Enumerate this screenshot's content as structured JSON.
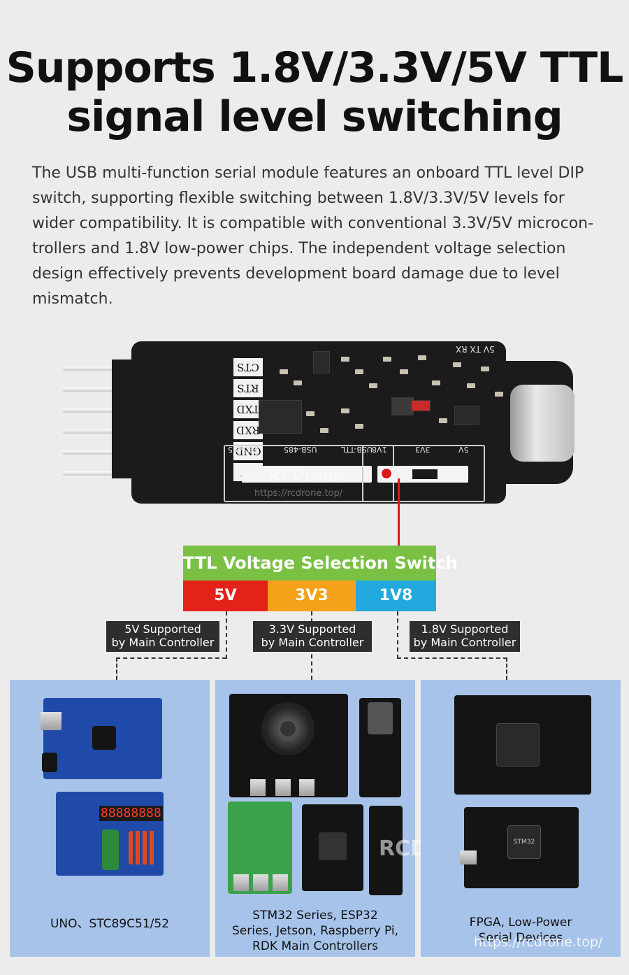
{
  "title": {
    "line1": "Supports 1.8V/3.3V/5V TTL",
    "line2": "signal level switching"
  },
  "description": {
    "lines": [
      "The USB multi-function serial module features an onboard TTL level DIP",
      "switch, supporting flexible switching between 1.8V/3.3V/5V levels for",
      "wider compatibility. It is compatible with conventional 3.3V/5V microcon-",
      "trollers and 1.8V low-power chips. The independent voltage selection",
      "design effectively prevents development board damage due to level",
      "mismatch."
    ]
  },
  "board": {
    "pin_labels": [
      "CTS",
      "RTS",
      "TXD",
      "RXD",
      "GND",
      "5V"
    ],
    "mode_labels": [
      "USB-TTL",
      "USB-485",
      "TTL-485"
    ],
    "voltage_labels": [
      "5V",
      "3V3",
      "1V8"
    ],
    "top_label": "5V TX RX",
    "watermark": "RCDrone",
    "watermark_url": "https://rcdrone.top/"
  },
  "selector": {
    "title": "TTL Voltage Selection Switch",
    "options": [
      {
        "label": "5V",
        "color": "#e5221a"
      },
      {
        "label": "3V3",
        "color": "#f5a11a"
      },
      {
        "label": "1V8",
        "color": "#22a9dd"
      }
    ]
  },
  "supported": [
    {
      "line1": "5V Supported",
      "line2": "by Main Controller"
    },
    {
      "line1": "3.3V Supported",
      "line2": "by Main Controller"
    },
    {
      "line1": "1.8V Supported",
      "line2": "by Main Controller"
    }
  ],
  "panels": [
    {
      "lines": [
        "UNO、STC89C51/52"
      ]
    },
    {
      "lines": [
        "STM32 Series, ESP32",
        "Series, Jetson, Raspberry Pi,",
        "RDK Main Controllers"
      ]
    },
    {
      "lines": [
        "FPGA, Low-Power",
        "Serial Devices"
      ]
    }
  ],
  "devices": {
    "segment_display": "88888888",
    "stm32_chip": "STM32",
    "panel_watermark": "RCDrone",
    "panel_url": "https://rcdrone.top/"
  },
  "colors": {
    "background": "#ececec",
    "panel": "#a7c3ea",
    "selector_title": "#79c043",
    "pointer": "#d81c1c"
  }
}
